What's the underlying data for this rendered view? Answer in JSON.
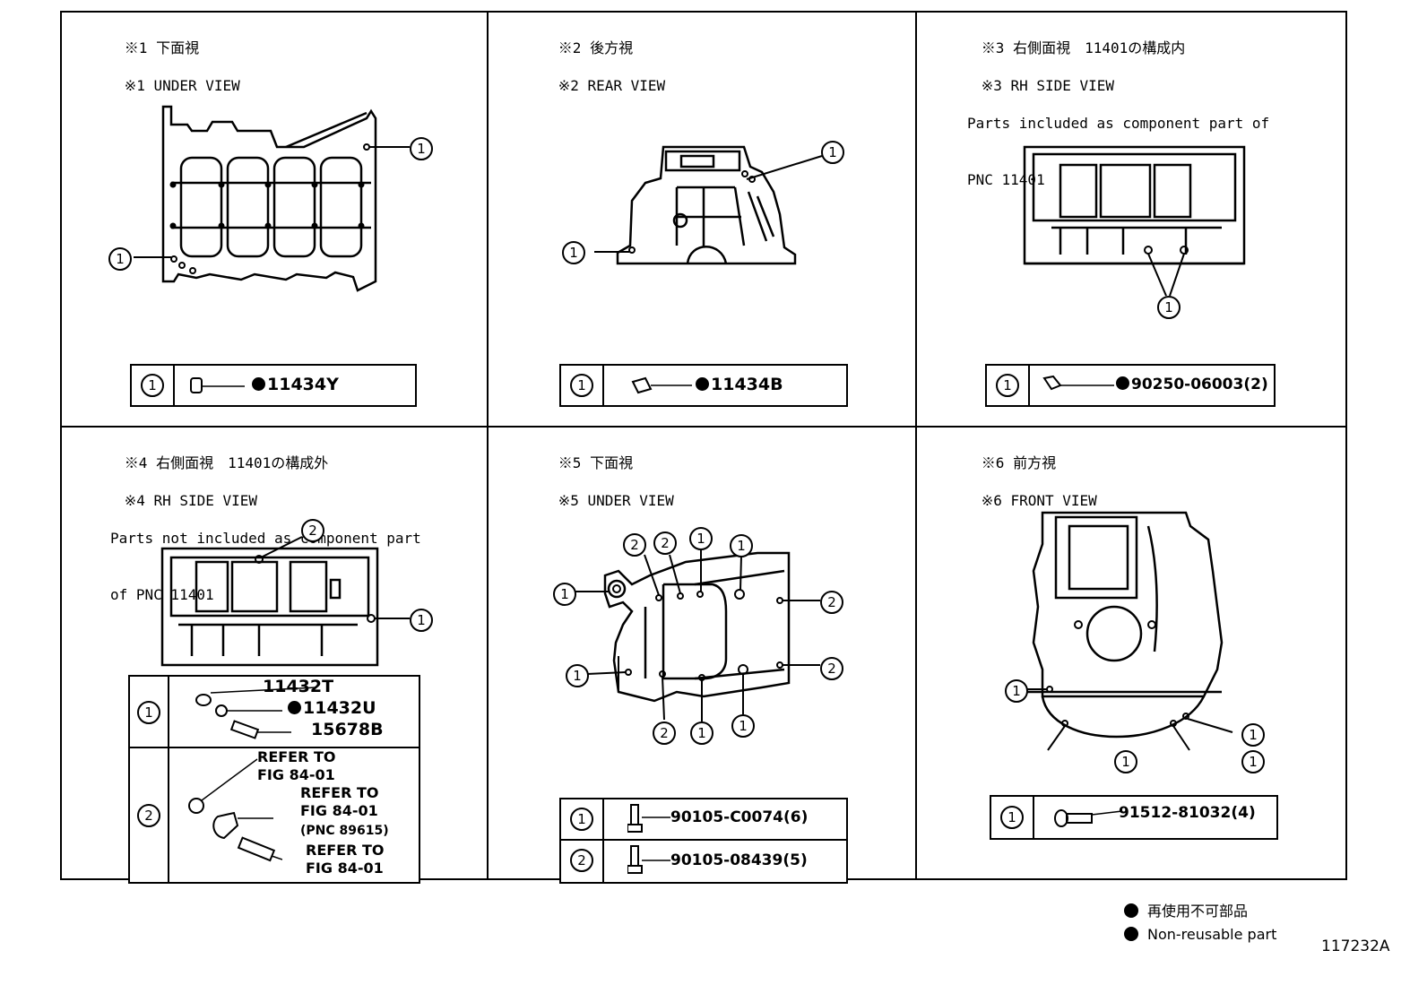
{
  "panels": [
    {
      "jp": "※1 下面視",
      "en": "※1 UNDER VIEW",
      "sub": [],
      "rows": [
        {
          "num": "1",
          "part": "11434Y",
          "nonreusable": true
        }
      ]
    },
    {
      "jp": "※2 後方視",
      "en": "※2 REAR VIEW",
      "sub": [],
      "rows": [
        {
          "num": "1",
          "part": "11434B",
          "nonreusable": true
        }
      ]
    },
    {
      "jp": "※3 右側面視　11401の構成内",
      "en": "※3 RH SIDE VIEW",
      "sub": [
        "Parts included as component part of",
        "PNC 11401"
      ],
      "rows": [
        {
          "num": "1",
          "part": "90250-06003(2)",
          "nonreusable": true
        }
      ]
    },
    {
      "jp": "※4 右側面視　11401の構成外",
      "en": "※4 RH SIDE VIEW",
      "sub": [
        "Parts not included as component part",
        "of PNC 11401"
      ],
      "rows": [
        {
          "num": "1",
          "parts": [
            {
              "part": "11432T",
              "nonreusable": false
            },
            {
              "part": "11432U",
              "nonreusable": true
            },
            {
              "part": "15678B",
              "nonreusable": false
            }
          ]
        },
        {
          "num": "2",
          "refs": [
            "REFER TO",
            "FIG 84-01",
            "REFER TO",
            "FIG 84-01",
            "(PNC 89615)",
            "REFER TO",
            "FIG 84-01"
          ]
        }
      ]
    },
    {
      "jp": "※5 下面視",
      "en": "※5 UNDER VIEW",
      "sub": [],
      "rows": [
        {
          "num": "1",
          "part": "90105-C0074(6)",
          "nonreusable": false
        },
        {
          "num": "2",
          "part": "90105-08439(5)",
          "nonreusable": false
        }
      ]
    },
    {
      "jp": "※6 前方視",
      "en": "※6 FRONT VIEW",
      "sub": [],
      "rows": [
        {
          "num": "1",
          "part": "91512-81032(4)",
          "nonreusable": false
        }
      ]
    }
  ],
  "legend": {
    "jp": "再使用不可部品",
    "en": "Non-reusable part"
  },
  "figure_id": "117232A"
}
